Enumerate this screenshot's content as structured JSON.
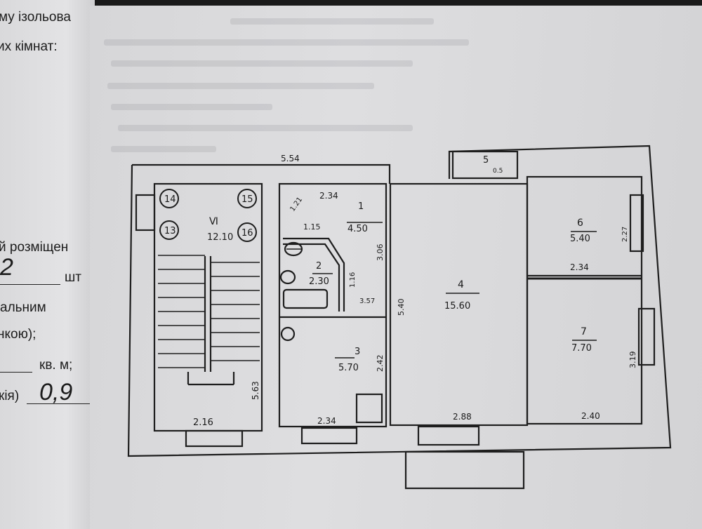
{
  "left_page": {
    "lines": [
      "му ізольова",
      "их кімнат:",
      "й розміщен",
      "шт",
      "альним",
      "нкою);",
      "кв. м;",
      "кія)"
    ],
    "handwritten": {
      "count": "2",
      "value": "0,9"
    }
  },
  "plan": {
    "stairwell": {
      "number": "Ⅵ",
      "area": "12.10",
      "width": "2.16",
      "length": "5.63",
      "circles": [
        "14",
        "15",
        "13",
        "16"
      ]
    },
    "top_dim": "5.54",
    "rooms": [
      {
        "number": "1",
        "area": "4.50",
        "dims": [
          "2.34",
          "1.21",
          "1.15",
          "3.06"
        ]
      },
      {
        "number": "2",
        "area": "2.30",
        "dims": [
          "1.16",
          "3.57"
        ]
      },
      {
        "number": "3",
        "area": "5.70",
        "dims": [
          "2.34",
          "2.42"
        ]
      },
      {
        "number": "4",
        "area": "15.60",
        "dims": [
          "2.88",
          "5.40"
        ]
      },
      {
        "number": "5",
        "area": "0.5"
      },
      {
        "number": "6",
        "area": "5.40",
        "dims": [
          "2.34",
          "2.27"
        ]
      },
      {
        "number": "7",
        "area": "7.70",
        "dims": [
          "2.40",
          "3.19"
        ]
      }
    ]
  }
}
